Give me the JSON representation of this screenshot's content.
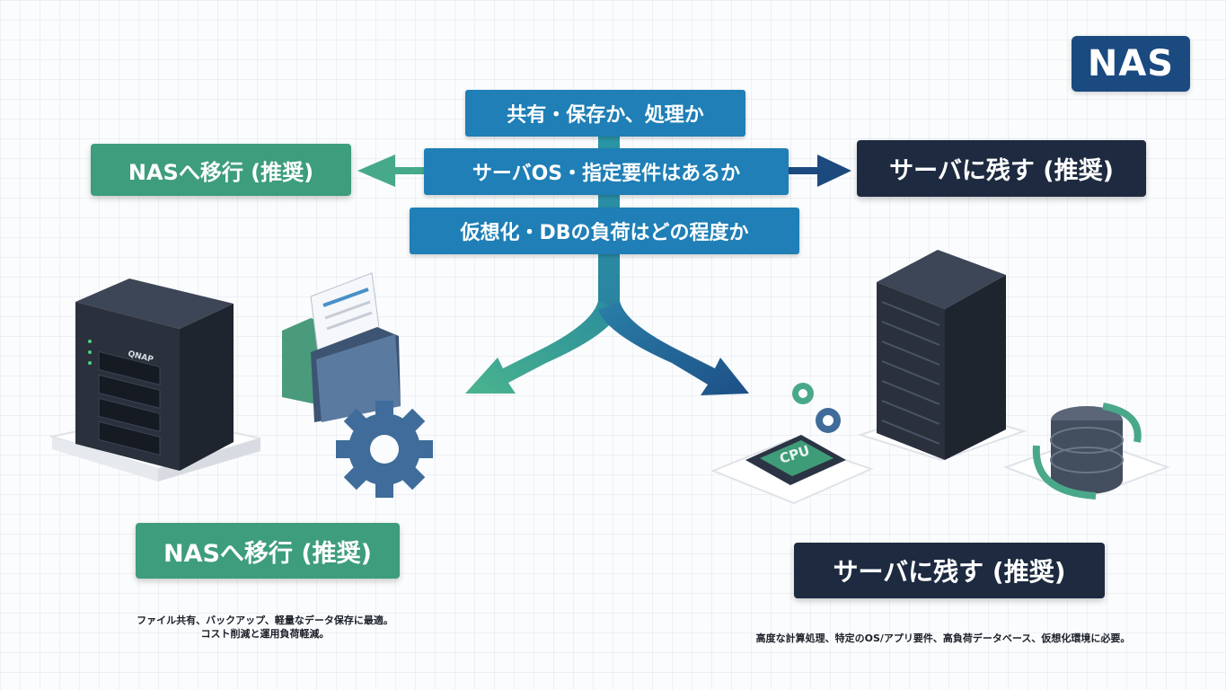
{
  "badge": "NAS",
  "questions": {
    "q1": "共有・保存か、処理か",
    "q2": "サーバOS・指定要件はあるか",
    "q3": "仮想化・DBの負荷はどの程度か"
  },
  "options": {
    "nas_top": "NASへ移行 (推奨)",
    "server_top": "サーバに残す (推奨)",
    "nas_bottom": "NASへ移行 (推奨)",
    "server_bottom": "サーバに残す (推奨)"
  },
  "descriptions": {
    "nas_line1": "ファイル共有、バックアップ、軽量なデータ保存に最適。",
    "nas_line2": "コスト削減と運用負荷軽減。",
    "server_line1": "高度な計算処理、特定のOS/アプリ要件、高負荷データベース、仮想化環境に必要。"
  },
  "illustrations": {
    "nas_brand": "QNAP",
    "cpu_label": "CPU"
  },
  "colors": {
    "question_blue": "#1f7fb6",
    "nas_green": "#3d9d7c",
    "server_navy": "#1d2a40",
    "badge_blue": "#1a4a80"
  }
}
